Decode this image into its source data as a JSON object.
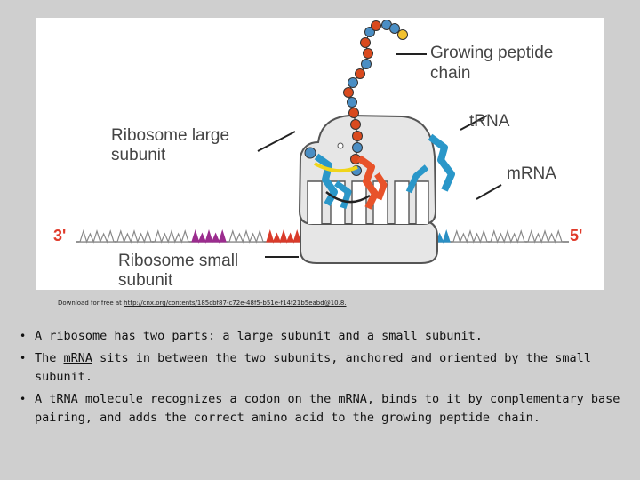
{
  "figure": {
    "labels": {
      "growing_peptide": [
        "Growing peptide",
        "chain"
      ],
      "ribosome_large": [
        "Ribosome large",
        "subunit"
      ],
      "trna": "tRNA",
      "mrna": "mRNA",
      "ribosome_small": [
        "Ribosome small",
        "subunit"
      ],
      "three_prime": "3'",
      "five_prime": "5'"
    },
    "colors": {
      "amino_acid_orange": "#d94a1e",
      "amino_acid_blue": "#4a8ec4",
      "amino_acid_yellow": "#f2c12e",
      "trna_blue": "#2a97c9",
      "trna_orange": "#e8532a",
      "codon_purple": "#9b2c8e",
      "codon_red": "#d93b2a",
      "codon_blue": "#2a8fc4",
      "end_label_red": "#e03a2a",
      "ribosome_gray": "#e6e6e6",
      "bond_yellow": "#f0d51a"
    }
  },
  "source": {
    "prefix": "Download for free at ",
    "url": "http://cnx.org/contents/185cbf87-c72e-48f5-b51e-f14f21b5eabd@10.8."
  },
  "bullets": {
    "b1": "A ribosome has two parts: a large subunit and a small subunit.",
    "b2_pre": "The ",
    "b2_term": "mRNA",
    "b2_post": " sits in between the two subunits, anchored and oriented by the small subunit.",
    "b3_pre": "A ",
    "b3_term": "tRNA",
    "b3_post": " molecule recognizes a codon on the mRNA, binds to it by complementary base pairing, and adds the correct amino acid to the growing peptide chain."
  }
}
